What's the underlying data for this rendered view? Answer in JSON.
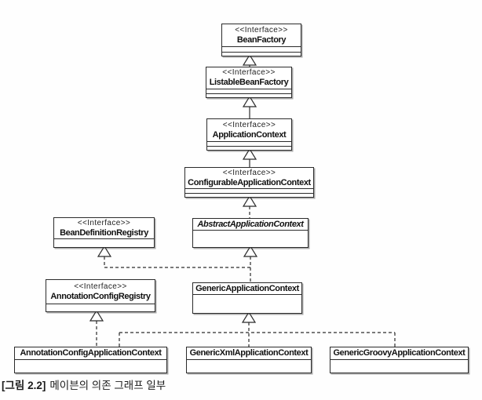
{
  "diagram": {
    "ink_color": "#2b2b2b",
    "background_color": "#fefefe",
    "nodes": {
      "bean_factory": {
        "stereotype": "<<Interface>>",
        "name": "BeanFactory"
      },
      "listable_bean_factory": {
        "stereotype": "<<Interface>>",
        "name": "ListableBeanFactory"
      },
      "application_context": {
        "stereotype": "<<Interface>>",
        "name": "ApplicationContext"
      },
      "configurable_application_context": {
        "stereotype": "<<Interface>>",
        "name": "ConfigurableApplicationContext"
      },
      "bean_definition_registry": {
        "stereotype": "<<Interface>>",
        "name": "BeanDefinitionRegistry"
      },
      "abstract_application_context": {
        "name": "AbstractApplicationContext",
        "abstract": true
      },
      "annotation_config_registry": {
        "stereotype": "<<Interface>>",
        "name": "AnnotationConfigRegistry"
      },
      "generic_application_context": {
        "name": "GenericApplicationContext"
      },
      "annotation_config_application_context": {
        "name": "AnnotationConfigApplicationContext"
      },
      "generic_xml_application_context": {
        "name": "GenericXmlApplicationContext"
      },
      "generic_groovy_application_context": {
        "name": "GenericGroovyApplicationContext"
      }
    },
    "relations": [
      {
        "from": "ListableBeanFactory",
        "to": "BeanFactory",
        "style": "solid-generalization"
      },
      {
        "from": "ApplicationContext",
        "to": "ListableBeanFactory",
        "style": "solid-generalization"
      },
      {
        "from": "ConfigurableApplicationContext",
        "to": "ApplicationContext",
        "style": "solid-generalization"
      },
      {
        "from": "AbstractApplicationContext",
        "to": "ConfigurableApplicationContext",
        "style": "dashed-realization"
      },
      {
        "from": "GenericApplicationContext",
        "to": "AbstractApplicationContext",
        "style": "dashed-realization"
      },
      {
        "from": "GenericApplicationContext",
        "to": "BeanDefinitionRegistry",
        "style": "dashed-realization"
      },
      {
        "from": "AnnotationConfigApplicationContext",
        "to": "AnnotationConfigRegistry",
        "style": "dashed-realization"
      },
      {
        "from": "AnnotationConfigApplicationContext",
        "to": "GenericApplicationContext",
        "style": "dashed-realization"
      },
      {
        "from": "GenericXmlApplicationContext",
        "to": "GenericApplicationContext",
        "style": "dashed-realization"
      },
      {
        "from": "GenericGroovyApplicationContext",
        "to": "GenericApplicationContext",
        "style": "dashed-realization"
      }
    ],
    "caption": {
      "label": "[그림 2.2]",
      "text": "메이븐의 의존 그래프 일부"
    }
  }
}
